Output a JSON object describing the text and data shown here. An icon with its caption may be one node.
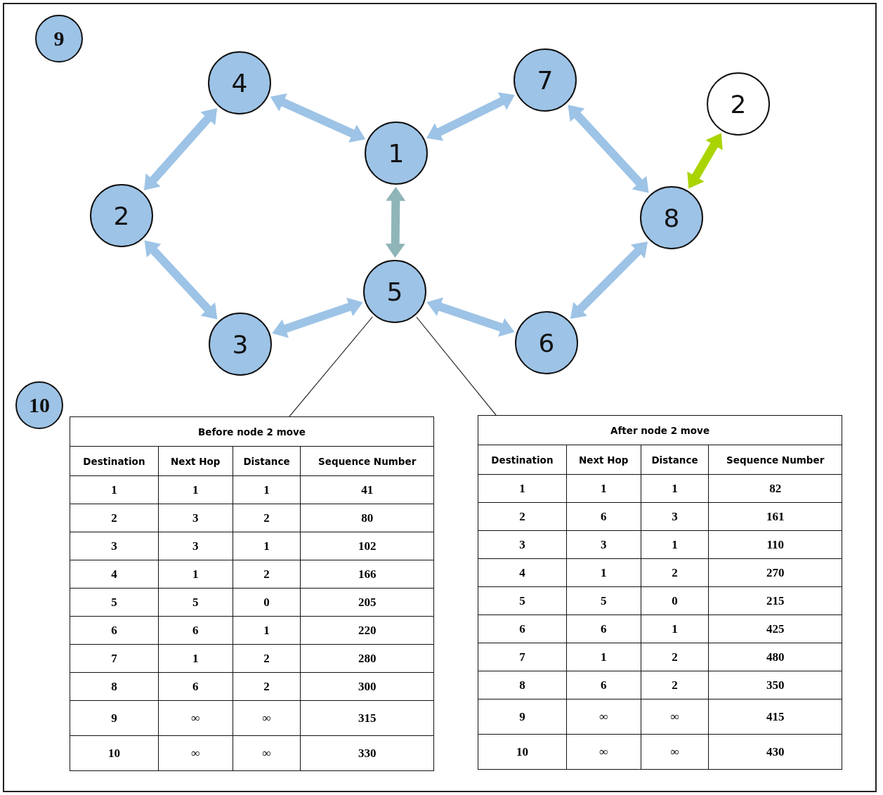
{
  "diagram": {
    "nodes": [
      {
        "text": [
          "9"
        ]
      },
      {
        "text": [
          "4"
        ]
      },
      {
        "text": [
          "7"
        ]
      },
      {
        "text": [
          "2"
        ]
      },
      {
        "text": [
          "1"
        ]
      },
      {
        "text": [
          "2"
        ]
      },
      {
        "text": [
          "8"
        ]
      },
      {
        "text": [
          "5"
        ]
      },
      {
        "text": [
          "3"
        ]
      },
      {
        "text": [
          "6"
        ]
      },
      {
        "text": [
          "10"
        ]
      },
      {
        "text": [
          "Before node 2 move"
        ]
      },
      {
        "text": [
          "After node 2 move"
        ]
      }
    ],
    "edges": [
      {
        "from": 5,
        "to": 1,
        "arrow": "both",
        "style": "thick"
      },
      {
        "from": 1,
        "to": 4,
        "arrow": "both",
        "style": "thick"
      },
      {
        "from": 4,
        "to": 2,
        "arrow": "both",
        "style": "thick"
      },
      {
        "from": 2,
        "to": 6,
        "arrow": "both",
        "style": "thick"
      },
      {
        "from": 6,
        "to": 3,
        "arrow": "both",
        "style": "thick",
        "color": "#aad400"
      },
      {
        "from": 4,
        "to": 7,
        "arrow": "both",
        "style": "thick",
        "color": "#8fb5b8"
      },
      {
        "from": 5,
        "to": 8,
        "arrow": "both",
        "style": "thick"
      },
      {
        "from": 8,
        "to": 7,
        "arrow": "both",
        "style": "thick"
      },
      {
        "from": 7,
        "to": 9,
        "arrow": "both",
        "style": "thick"
      },
      {
        "from": 9,
        "to": 6,
        "arrow": "both",
        "style": "thick"
      },
      {
        "from": 7,
        "to": 11,
        "arrow": "none"
      },
      {
        "from": 7,
        "to": 12,
        "arrow": "none"
      }
    ],
    "labels": [
      "Destination",
      "Next Hop",
      "Distance",
      "Sequence Number",
      "1",
      "1",
      "1",
      "41",
      "2",
      "3",
      "2",
      "80",
      "3",
      "3",
      "1",
      "102",
      "4",
      "1",
      "2",
      "166",
      "5",
      "5",
      "0",
      "205",
      "6",
      "6",
      "1",
      "220",
      "7",
      "1",
      "2",
      "280",
      "8",
      "6",
      "2",
      "300",
      "9",
      "∞",
      "∞",
      "315",
      "10",
      "∞",
      "∞",
      "330",
      "Destination",
      "Next Hop",
      "Distance",
      "Sequence Number",
      "1",
      "1",
      "1",
      "82",
      "2",
      "6",
      "3",
      "161",
      "3",
      "3",
      "1",
      "110",
      "4",
      "1",
      "2",
      "270",
      "5",
      "5",
      "0",
      "215",
      "6",
      "6",
      "1",
      "425",
      "7",
      "1",
      "2",
      "480",
      "8",
      "6",
      "2",
      "350",
      "9",
      "∞",
      "∞",
      "415",
      "10",
      "∞",
      "∞",
      "430"
    ]
  }
}
